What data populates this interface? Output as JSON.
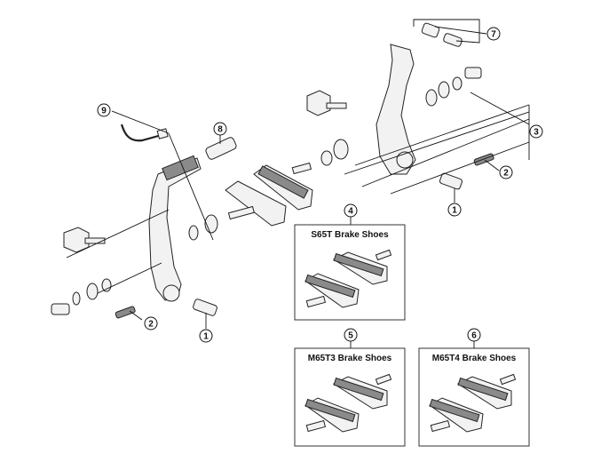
{
  "callouts": [
    {
      "id": "c1a",
      "label": "1"
    },
    {
      "id": "c1b",
      "label": "1"
    },
    {
      "id": "c2a",
      "label": "2"
    },
    {
      "id": "c2b",
      "label": "2"
    },
    {
      "id": "c3",
      "label": "3"
    },
    {
      "id": "c4",
      "label": "4"
    },
    {
      "id": "c5",
      "label": "5"
    },
    {
      "id": "c6",
      "label": "6"
    },
    {
      "id": "c7",
      "label": "7"
    },
    {
      "id": "c8",
      "label": "8"
    },
    {
      "id": "c9",
      "label": "9"
    }
  ],
  "boxes": {
    "s65t": {
      "title": "S65T Brake Shoes"
    },
    "m65t3": {
      "title": "M65T3 Brake Shoes"
    },
    "m65t4": {
      "title": "M65T4 Brake Shoes"
    }
  }
}
